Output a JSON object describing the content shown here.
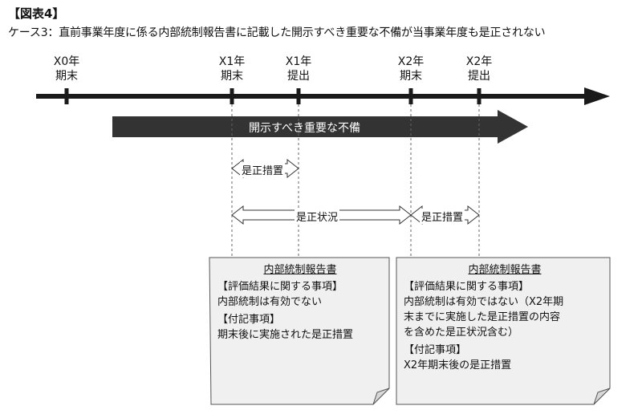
{
  "figure_label": "【図表4】",
  "case_title": "ケース3：直前事業年度に係る内部統制報告書に記載した開示すべき重要な不備が当事業年度も是正されない",
  "timeline": [
    {
      "id": "x0-end",
      "line1": "X0年",
      "line2": "期末"
    },
    {
      "id": "x1-end",
      "line1": "X1年",
      "line2": "期末"
    },
    {
      "id": "x1-submit",
      "line1": "X1年",
      "line2": "提出"
    },
    {
      "id": "x2-end",
      "line1": "X2年",
      "line2": "期末"
    },
    {
      "id": "x2-submit",
      "line1": "X2年",
      "line2": "提出"
    }
  ],
  "deficiency_label": "開示すべき重要な不備",
  "arrows": {
    "remediation_1": "是正措置",
    "status": "是正状況",
    "remediation_2": "是正措置"
  },
  "reports": [
    {
      "title": "内部統制報告書",
      "h1": "【評価結果に関する事項】",
      "t1": [
        "内部統制は有効でない"
      ],
      "h2": "【付記事項】",
      "t2": [
        "期末後に実施された是正措置"
      ]
    },
    {
      "title": "内部統制報告書",
      "h1": "【評価結果に関する事項】",
      "t1": [
        "内部統制は有効ではない（X2年期",
        "末までに実施した是正措置の内容",
        "を含めた是正状況含む）"
      ],
      "h2": "【付記事項】",
      "t2": [
        "X2年期末後の是正措置"
      ]
    }
  ]
}
